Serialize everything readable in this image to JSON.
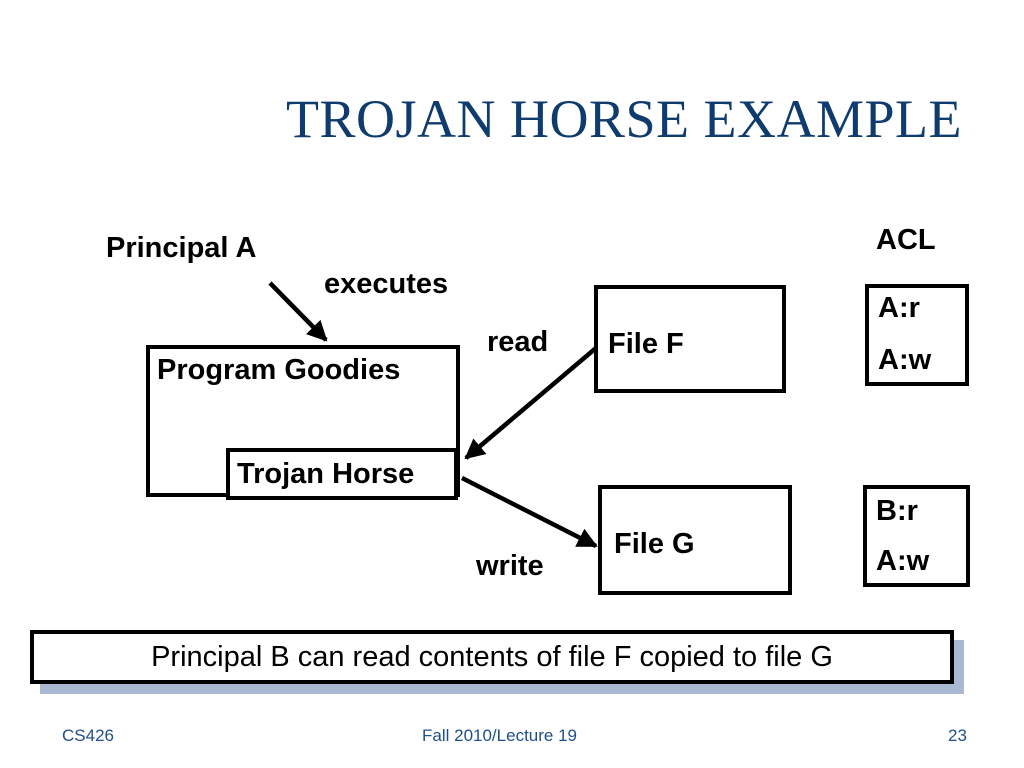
{
  "slide": {
    "title": "TROJAN HORSE EXAMPLE"
  },
  "diagram": {
    "principal_label": "Principal A",
    "executes_label": "executes",
    "program_label": "Program Goodies",
    "trojan_label": "Trojan Horse",
    "read_label": "read",
    "write_label": "write",
    "file_f_label": "File F",
    "file_g_label": "File G",
    "acl_header": "ACL",
    "acl_f": [
      "A:r",
      "A:w"
    ],
    "acl_g": [
      "B:r",
      "A:w"
    ]
  },
  "summary": {
    "text": "Principal B can read contents of file F copied to file G"
  },
  "footer": {
    "course": "CS426",
    "lecture": "Fall 2010/Lecture 19",
    "page_number": "23"
  },
  "colors": {
    "title": "#0f3b6e",
    "footer": "#1f4f8a",
    "summary_shadow": "#a9b9d3"
  }
}
